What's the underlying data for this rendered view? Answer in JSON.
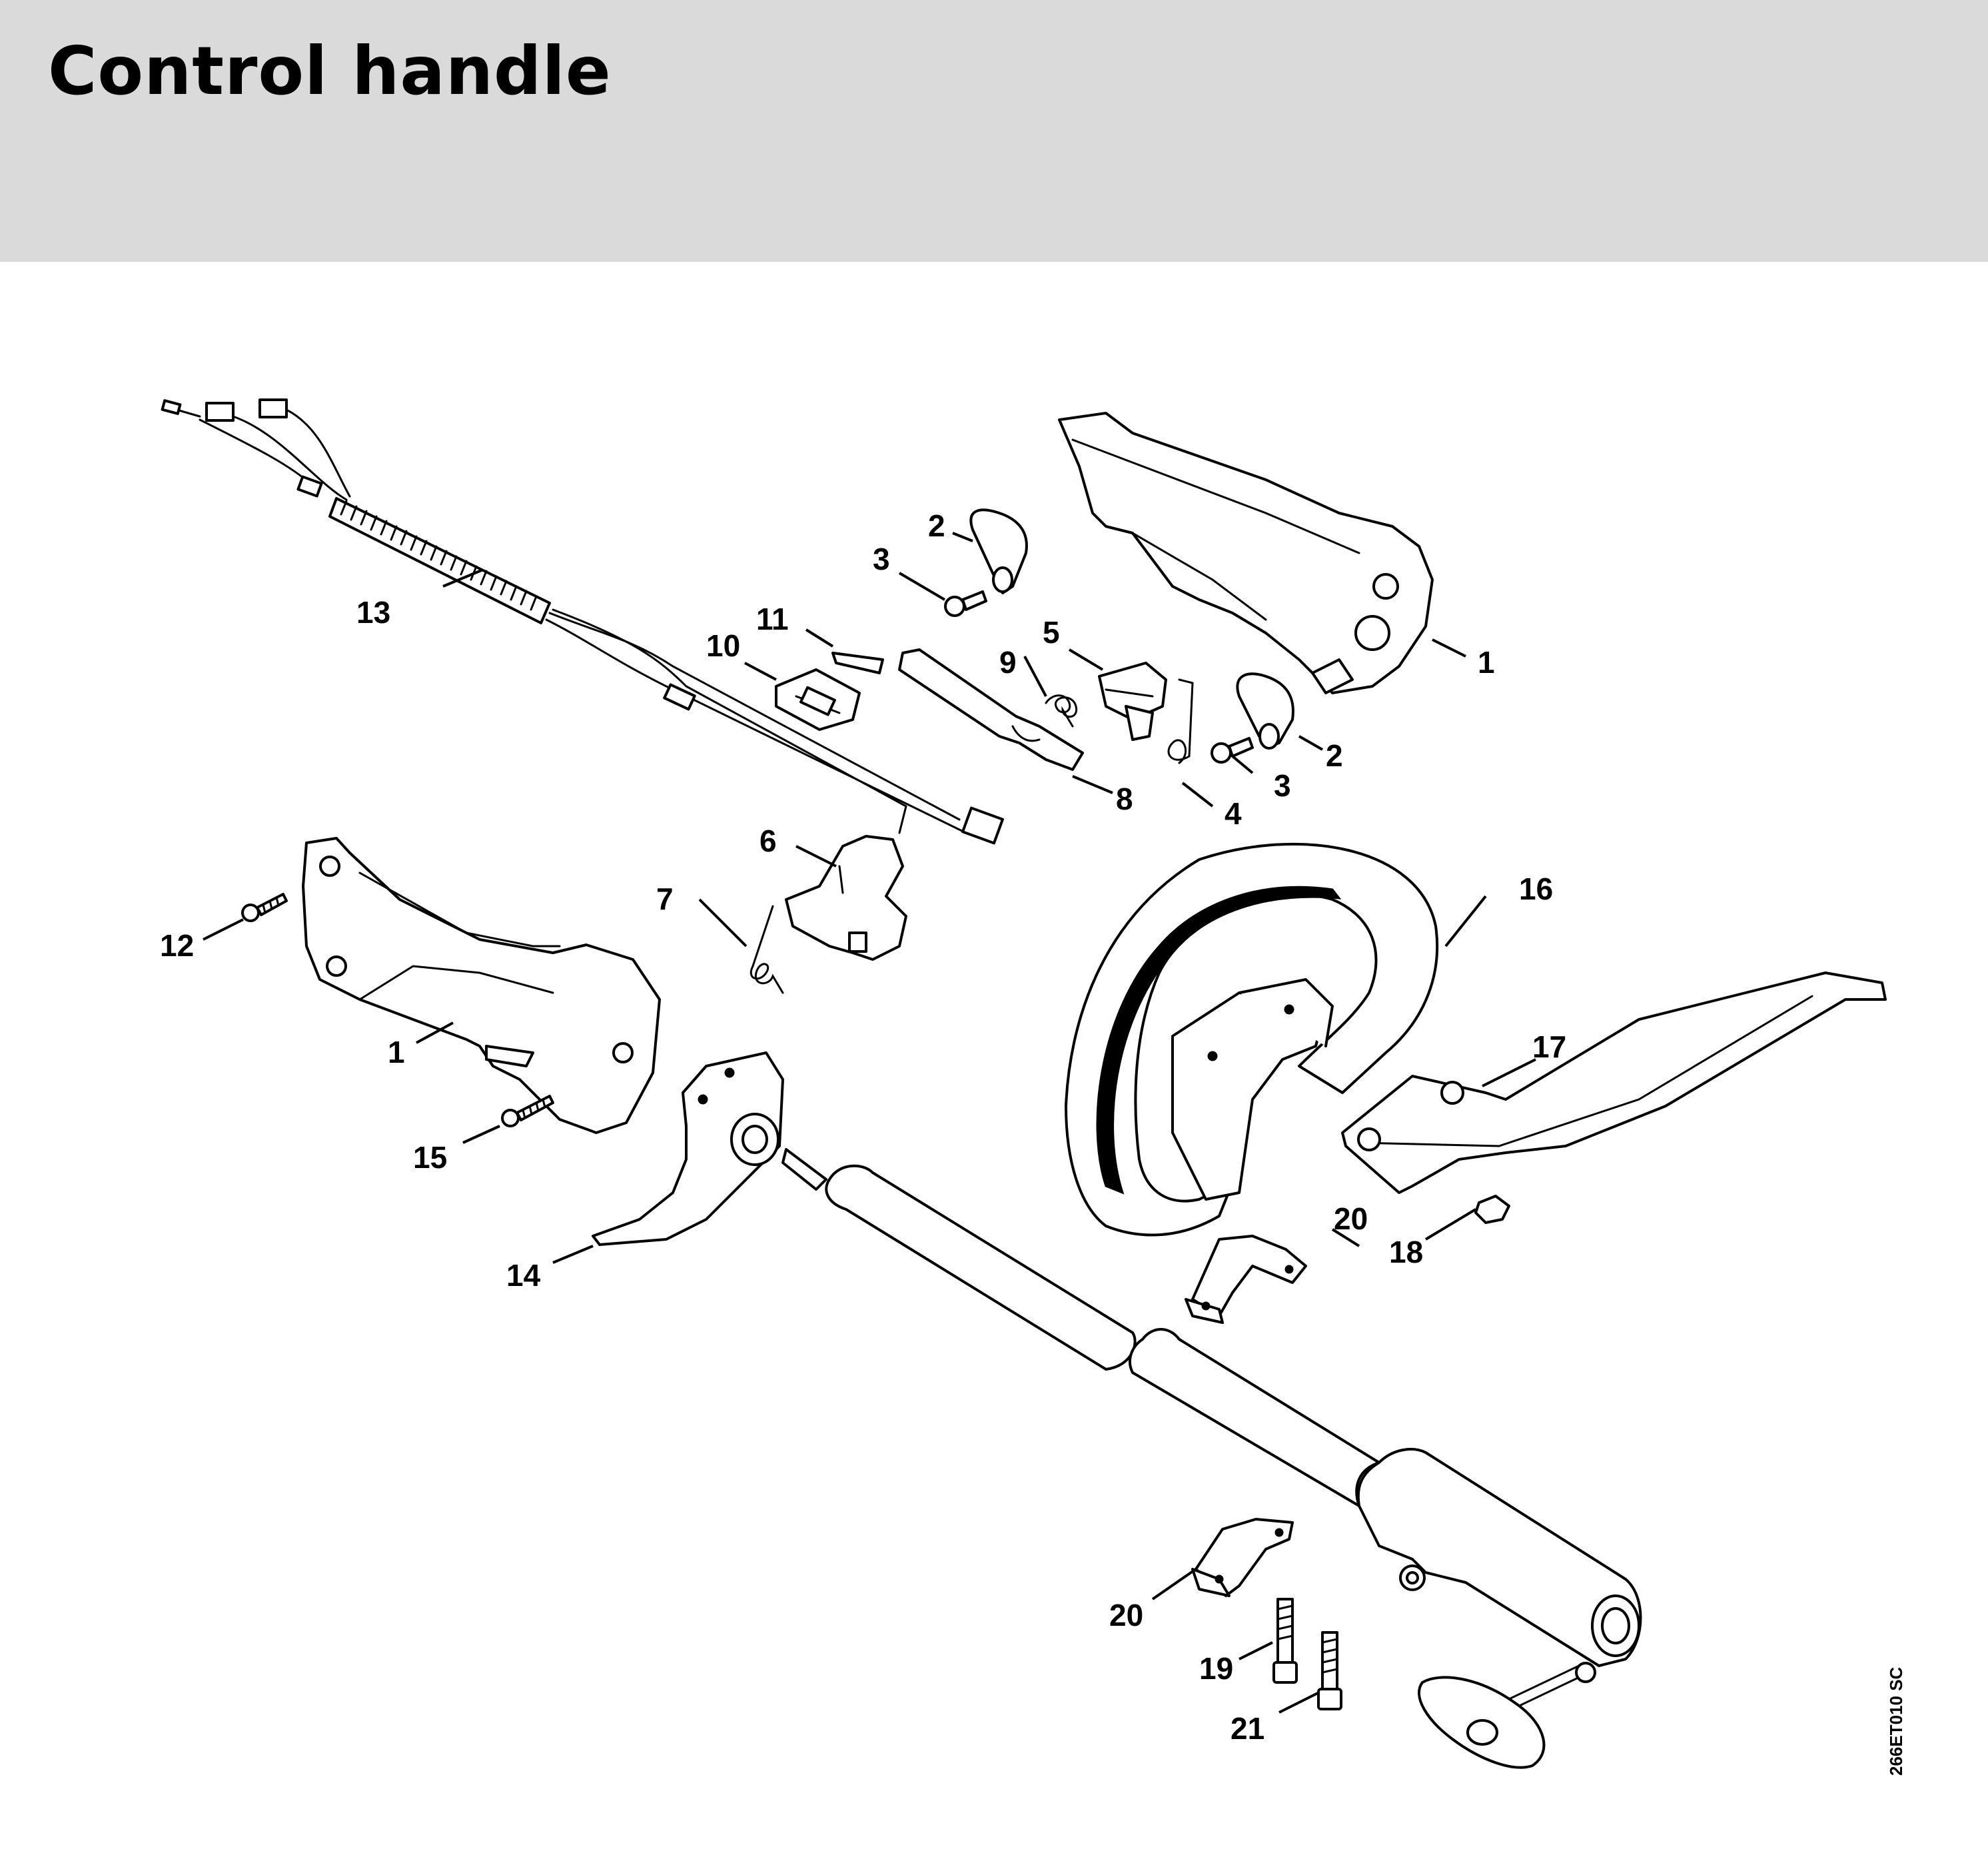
{
  "page": {
    "title": "Control handle"
  },
  "diagram_code": "266ET010 SC",
  "callouts": {
    "c1a": "1",
    "c1b": "1",
    "c2a": "2",
    "c2b": "2",
    "c3a": "3",
    "c3b": "3",
    "c4": "4",
    "c5": "5",
    "c6": "6",
    "c7": "7",
    "c8": "8",
    "c9": "9",
    "c10": "10",
    "c11": "11",
    "c12": "12",
    "c13": "13",
    "c14": "14",
    "c15": "15",
    "c16": "16",
    "c17": "17",
    "c18": "18",
    "c19": "19",
    "c20a": "20",
    "c20b": "20",
    "c21": "21"
  },
  "colors": {
    "header_bg": "#d9dad9",
    "line": "#000000",
    "part_fill": "#ffffff"
  }
}
